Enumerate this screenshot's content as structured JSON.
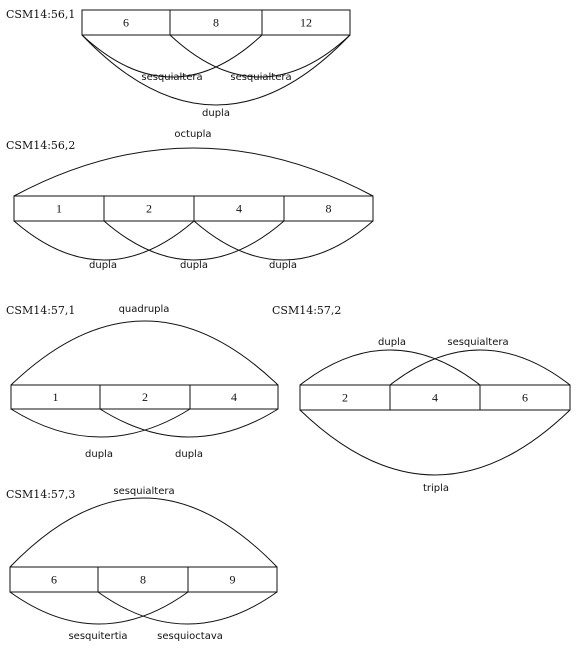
{
  "diagrams": [
    {
      "id": "CSM14:56,1",
      "cells": [
        "6",
        "8",
        "12"
      ],
      "ratios": [
        {
          "label": "sesquialtera",
          "from": 0,
          "to": 1,
          "side": "below"
        },
        {
          "label": "sesquialtera",
          "from": 1,
          "to": 2,
          "side": "below"
        },
        {
          "label": "dupla",
          "from": 0,
          "to": 2,
          "side": "below"
        }
      ]
    },
    {
      "id": "CSM14:56,2",
      "cells": [
        "1",
        "2",
        "4",
        "8"
      ],
      "ratios": [
        {
          "label": "octupla",
          "from": 0,
          "to": 3,
          "side": "above"
        },
        {
          "label": "dupla",
          "from": 0,
          "to": 1,
          "side": "below"
        },
        {
          "label": "dupla",
          "from": 1,
          "to": 2,
          "side": "below"
        },
        {
          "label": "dupla",
          "from": 2,
          "to": 3,
          "side": "below"
        }
      ]
    },
    {
      "id": "CSM14:57,1",
      "cells": [
        "1",
        "2",
        "4"
      ],
      "ratios": [
        {
          "label": "quadrupla",
          "from": 0,
          "to": 2,
          "side": "above"
        },
        {
          "label": "dupla",
          "from": 0,
          "to": 1,
          "side": "below"
        },
        {
          "label": "dupla",
          "from": 1,
          "to": 2,
          "side": "below"
        }
      ]
    },
    {
      "id": "CSM14:57,2",
      "cells": [
        "2",
        "4",
        "6"
      ],
      "ratios": [
        {
          "label": "dupla",
          "from": 0,
          "to": 1,
          "side": "above"
        },
        {
          "label": "sesquialtera",
          "from": 1,
          "to": 2,
          "side": "above"
        },
        {
          "label": "tripla",
          "from": 0,
          "to": 2,
          "side": "below"
        }
      ]
    },
    {
      "id": "CSM14:57,3",
      "cells": [
        "6",
        "8",
        "9"
      ],
      "ratios": [
        {
          "label": "sesquialtera",
          "from": 0,
          "to": 2,
          "side": "above"
        },
        {
          "label": "sesquitertia",
          "from": 0,
          "to": 1,
          "side": "below"
        },
        {
          "label": "sesquioctava",
          "from": 1,
          "to": 2,
          "side": "below"
        }
      ]
    }
  ]
}
